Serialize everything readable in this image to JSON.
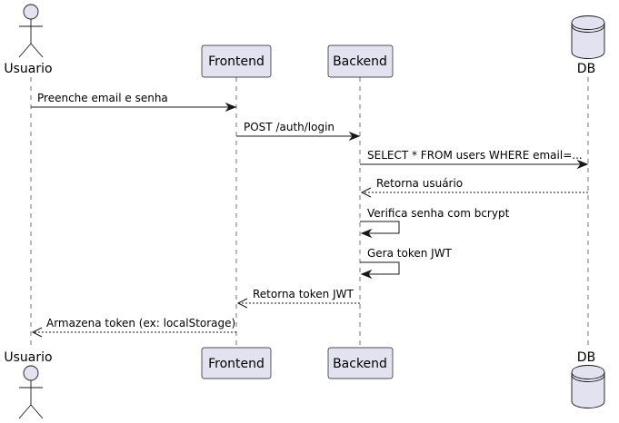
{
  "participants": {
    "usuario": "Usuario",
    "frontend": "Frontend",
    "backend": "Backend",
    "db": "DB"
  },
  "messages": [
    {
      "from": "usuario",
      "to": "frontend",
      "text": "Preenche email e senha",
      "style": "solid"
    },
    {
      "from": "frontend",
      "to": "backend",
      "text": "POST /auth/login",
      "style": "solid"
    },
    {
      "from": "backend",
      "to": "db",
      "text": "SELECT * FROM users WHERE email=...",
      "style": "solid"
    },
    {
      "from": "db",
      "to": "backend",
      "text": "Retorna usuário",
      "style": "dashed"
    },
    {
      "from": "backend",
      "to": "backend",
      "text": "Verifica senha com bcrypt",
      "style": "self"
    },
    {
      "from": "backend",
      "to": "backend",
      "text": "Gera token JWT",
      "style": "self"
    },
    {
      "from": "backend",
      "to": "frontend",
      "text": "Retorna token JWT",
      "style": "dashed"
    },
    {
      "from": "frontend",
      "to": "usuario",
      "text": "Armazena token (ex: localStorage)",
      "style": "dashed"
    }
  ]
}
